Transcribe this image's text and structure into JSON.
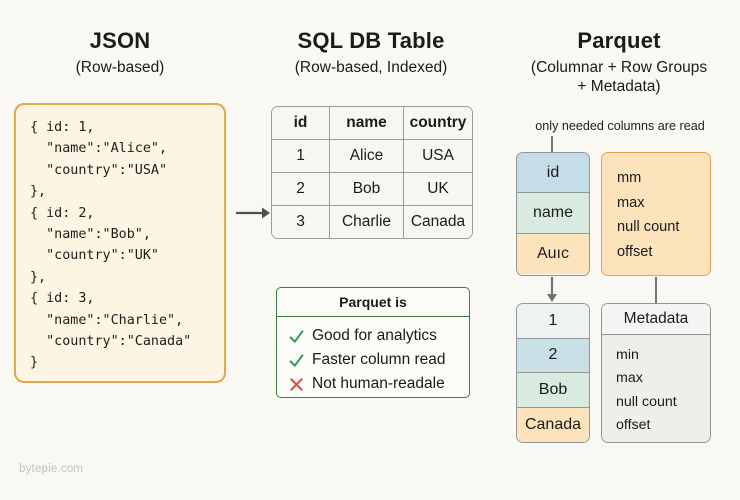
{
  "background": "#faf8f3",
  "columns": {
    "json": {
      "title": "JSON",
      "subtitle": "(Row-based)"
    },
    "sql": {
      "title": "SQL DB Table",
      "subtitle": "(Row-based, Indexed)"
    },
    "parquet": {
      "title": "Parquet",
      "subtitle": "(Columnar + Row Groups\n+ Metadata)"
    }
  },
  "json_panel": {
    "border_color": "#e0a94a",
    "fill_color": "#fdf5e3",
    "code": "{ id: 1,\n  \"name\":\"Alice\",\n  \"country\":\"USA\"\n},\n{ id: 2,\n  \"name\":\"Bob\",\n  \"country\":\"UK\"\n},\n{ id: 3,\n  \"name\":\"Charlie\",\n  \"country\":\"Canada\"\n}"
  },
  "sql_table": {
    "headers": [
      "id",
      "name",
      "country"
    ],
    "rows": [
      [
        "1",
        "Alice",
        "USA"
      ],
      [
        "2",
        "Bob",
        "UK"
      ],
      [
        "3",
        "Charlie",
        "Canada"
      ]
    ]
  },
  "parquet_is": {
    "title": "Parquet is",
    "border_color": "#3f7a3f",
    "check_color": "#3d9a5f",
    "cross_color": "#e0563f",
    "items": [
      {
        "mark": "check",
        "label": "Good for analytics"
      },
      {
        "mark": "check",
        "label": "Faster column read"
      },
      {
        "mark": "cross",
        "label": "Not human-readale"
      }
    ]
  },
  "parquet_diagram": {
    "caption": "only needed columns are read",
    "columns_stack": [
      {
        "label": "id",
        "color": "#c4dde9"
      },
      {
        "label": "name",
        "color": "#d9ebe0"
      },
      {
        "label": "Auıc",
        "color": "#fde3bb"
      }
    ],
    "metadata_orange": {
      "fill": "#fde3bb",
      "border": "#e3a44d",
      "lines": [
        "mm",
        "max",
        "null count",
        "offset"
      ]
    },
    "rows_stack": [
      {
        "label": "1",
        "color": "#eef2f3"
      },
      {
        "label": "2",
        "color": "#c9e0e6"
      },
      {
        "label": "Bob",
        "color": "#d9ebe0"
      },
      {
        "label": "Canada",
        "color": "#fde3bb"
      }
    ],
    "metadata_box": {
      "title": "Metadata",
      "lines": [
        "min",
        "max",
        "null count",
        "offset"
      ]
    }
  },
  "watermark": "bytepie.com"
}
